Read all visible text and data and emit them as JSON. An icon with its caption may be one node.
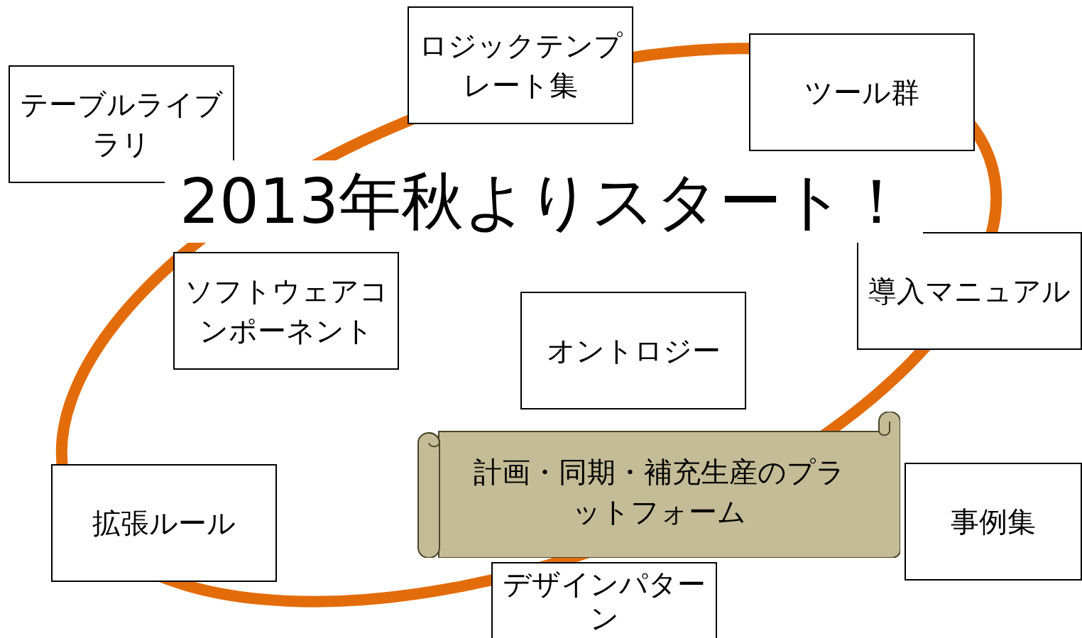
{
  "diagram": {
    "title": "2013年秋よりスタート！",
    "nodes": [
      {
        "text": [
          "テーブルライブラリ"
        ]
      },
      {
        "text": [
          "ロジックテンプレート集"
        ]
      },
      {
        "text": [
          "ツール群"
        ]
      },
      {
        "text": [
          "ソフトウェアコンポーネント"
        ]
      },
      {
        "text": [
          "導入マニュアル"
        ]
      },
      {
        "text": [
          "オントロジー"
        ]
      },
      {
        "text": [
          "拡張ルール"
        ]
      },
      {
        "text": [
          "デザインパターン"
        ]
      },
      {
        "text": [
          "事例集"
        ]
      },
      {
        "text": [
          "計画・同期・補充生産のプラットフォーム"
        ]
      }
    ]
  }
}
